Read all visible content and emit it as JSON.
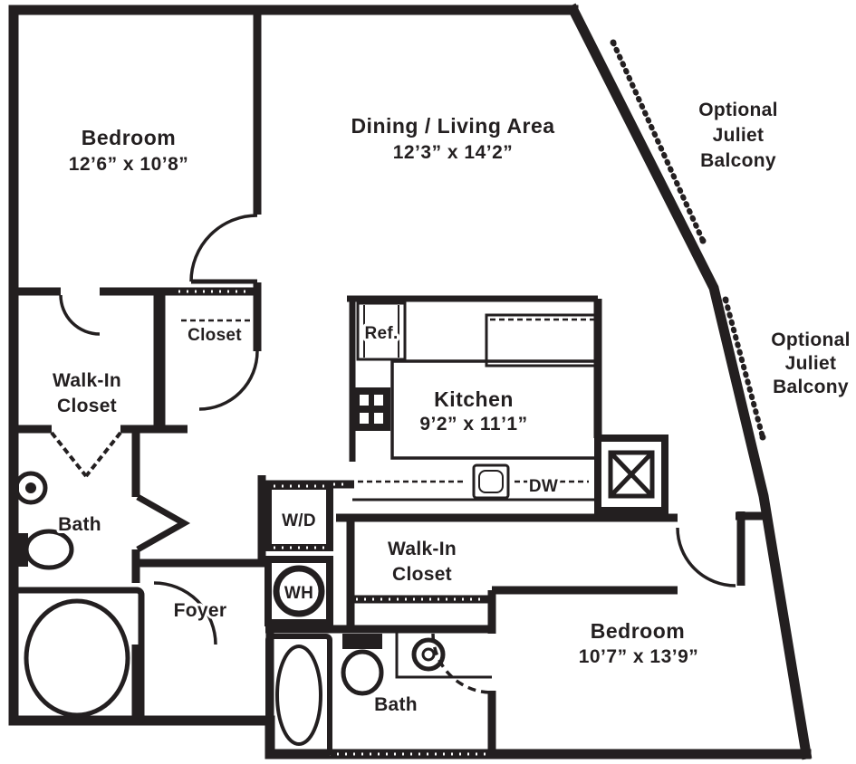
{
  "colors": {
    "wall": "#231f20",
    "background": "#ffffff"
  },
  "rooms": {
    "bedroom_1": {
      "name": "Bedroom",
      "dims": "12’6” x 10’8”"
    },
    "dining_living": {
      "name": "Dining / Living Area",
      "dims": "12’3” x 14’2”"
    },
    "kitchen": {
      "name": "Kitchen",
      "dims": "9’2” x 11’1”"
    },
    "bedroom_2": {
      "name": "Bedroom",
      "dims": "10’7” x 13’9”"
    },
    "walk_in_closet_1": {
      "line1": "Walk-In",
      "line2": "Closet"
    },
    "walk_in_closet_2": {
      "line1": "Walk-In",
      "line2": "Closet"
    },
    "closet": {
      "name": "Closet"
    },
    "bath_1": {
      "name": "Bath"
    },
    "bath_2": {
      "name": "Bath"
    },
    "foyer": {
      "name": "Foyer"
    }
  },
  "fixtures": {
    "refrigerator": "Ref.",
    "dishwasher": "DW",
    "washer_dryer": "W/D",
    "water_heater": "WH"
  },
  "balconies": {
    "balcony_1": {
      "line1": "Optional",
      "line2": "Juliet",
      "line3": "Balcony"
    },
    "balcony_2": {
      "line1": "Optional",
      "line2": "Juliet",
      "line3": "Balcony"
    }
  }
}
